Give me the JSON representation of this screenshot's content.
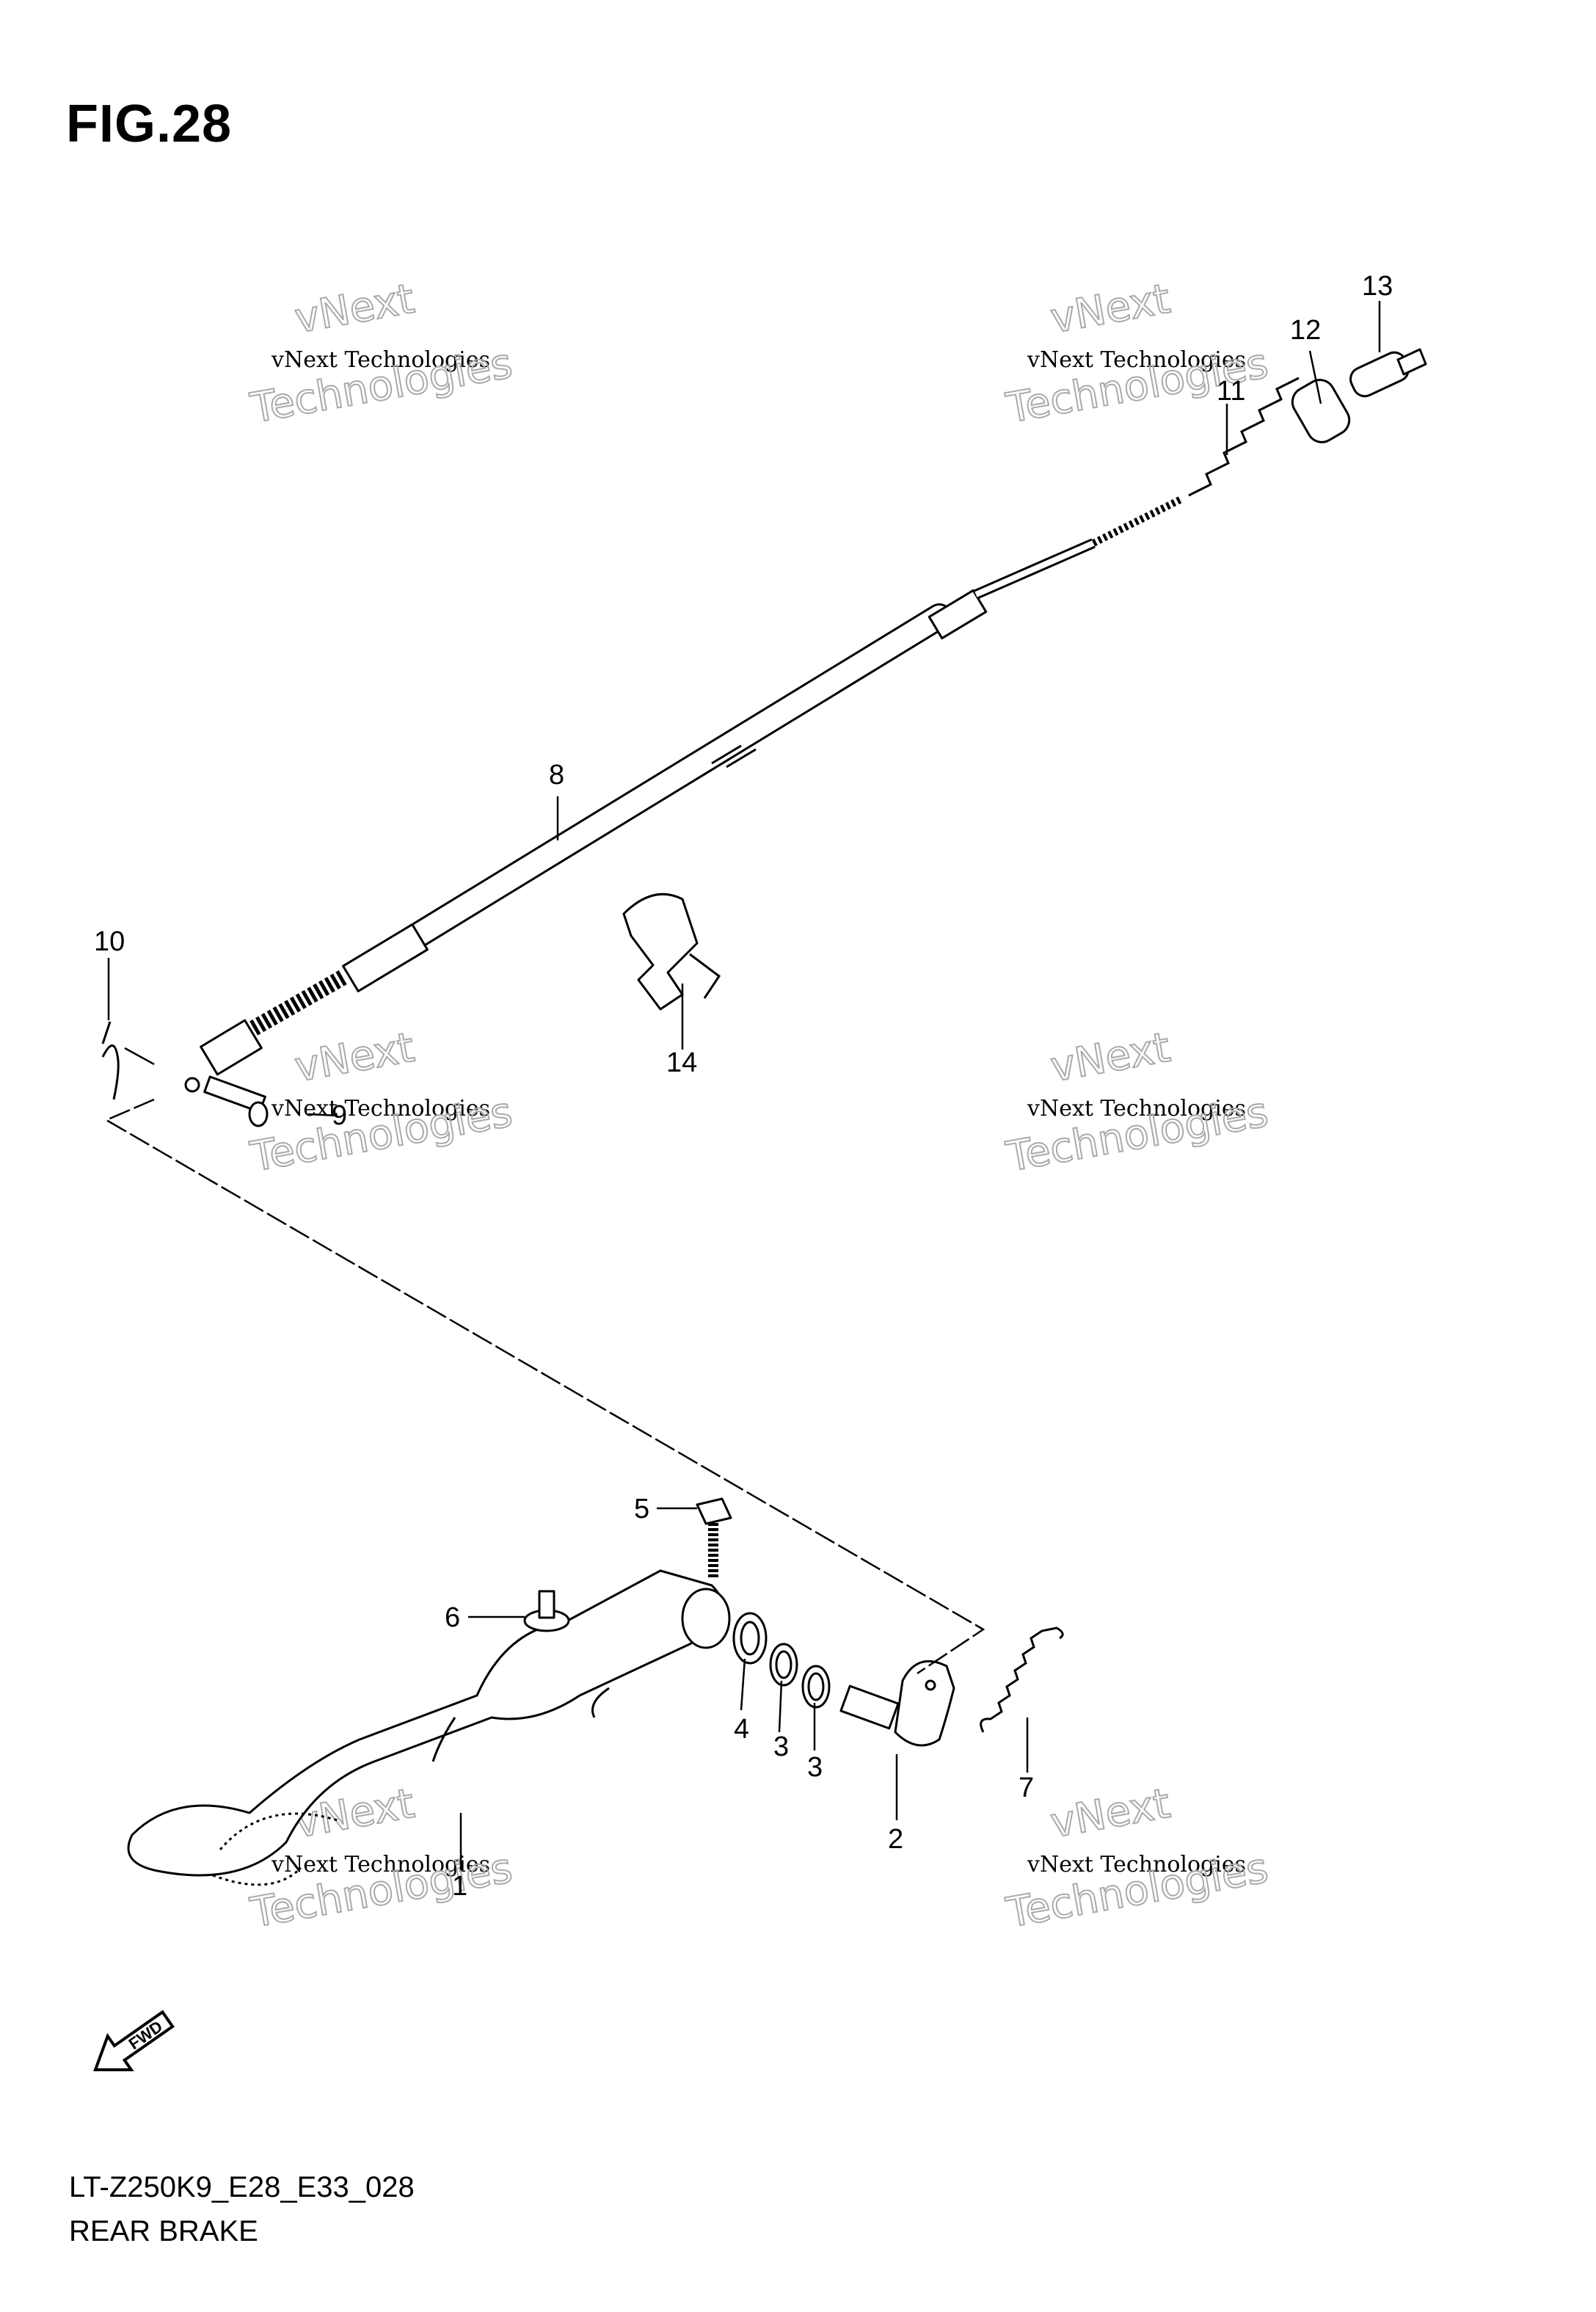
{
  "figure": {
    "title": "FIG.28"
  },
  "footer": {
    "model_code": "LT-Z250K9_E28_E33_028",
    "section_name": "REAR BRAKE"
  },
  "fwd_arrow": {
    "label": "FWD",
    "icon": "fwd-arrow-icon"
  },
  "watermark": {
    "line1": "vNext",
    "line2": "vNext Technologies",
    "line3": "Technologies"
  },
  "callouts": {
    "c1": "1",
    "c2": "2",
    "c3a": "3",
    "c3b": "3",
    "c4": "4",
    "c5": "5",
    "c6": "6",
    "c7": "7",
    "c8": "8",
    "c9": "9",
    "c10": "10",
    "c11": "11",
    "c12": "12",
    "c13": "13",
    "c14": "14"
  }
}
